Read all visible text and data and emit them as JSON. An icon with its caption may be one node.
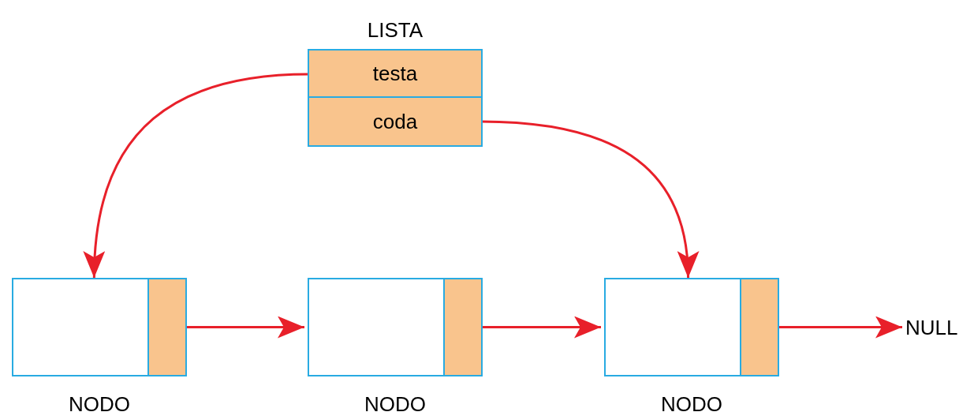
{
  "diagram": {
    "nodes": [
      {
        "text": [
          "LISTA"
        ]
      },
      {
        "text": [
          "testa"
        ],
        "in": 0
      },
      {
        "text": [
          "coda"
        ],
        "in": 0
      },
      {
        "text": [
          "NODO"
        ]
      },
      {
        "text": [],
        "shape": "box",
        "in": 3
      },
      {
        "text": [
          "NODO"
        ]
      },
      {
        "text": [],
        "shape": "box",
        "in": 5
      },
      {
        "text": [
          "NODO"
        ]
      },
      {
        "text": [],
        "shape": "box",
        "in": 7
      },
      {
        "text": [
          "NULL"
        ]
      }
    ],
    "edges": [
      {
        "from": 1,
        "to": 3,
        "arrow": "to"
      },
      {
        "from": 2,
        "to": 7,
        "arrow": "to"
      },
      {
        "from": 4,
        "to": 5,
        "arrow": "to"
      },
      {
        "from": 6,
        "to": 7,
        "arrow": "to"
      },
      {
        "from": 8,
        "to": 9,
        "arrow": "to"
      }
    ]
  }
}
